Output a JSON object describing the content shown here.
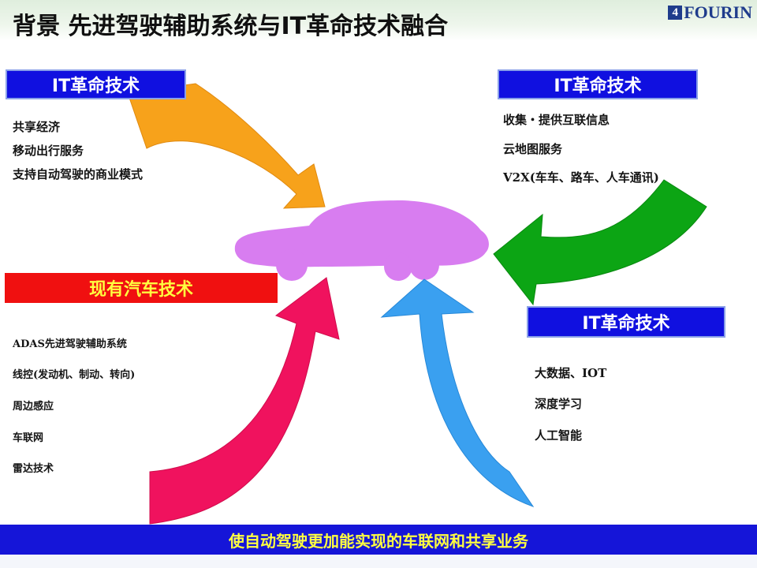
{
  "title": "背景  先进驾驶辅助系统与IT革命技术融合",
  "logo": {
    "mark": "4",
    "text": "FOURIN"
  },
  "top_left": {
    "header": "IT革命技术",
    "items": [
      "共享经济",
      "移动出行服务",
      "支持自动驾驶的商业模式"
    ]
  },
  "top_right": {
    "header": "IT革命技术",
    "items": [
      "收集・提供互联信息",
      "云地图服务",
      "V2X(车车、路车、人车通讯)"
    ]
  },
  "bottom_left": {
    "header": "现有汽车技术",
    "items": [
      "ADAS先进驾驶辅助系统",
      "线控(发动机、制动、转向)",
      "周边感应",
      "车联网",
      "雷达技术"
    ]
  },
  "bottom_right": {
    "header": "IT革命技术",
    "items": [
      "大数据、IOT",
      "深度学习",
      "人工智能"
    ]
  },
  "footer": "使自动驾驶更加能实现的车联网和共享业务",
  "colors": {
    "arrow_top_left": "#f7a21b",
    "arrow_top_right": "#0ca514",
    "arrow_bottom_left": "#f0125e",
    "arrow_bottom_right": "#3aa0f0",
    "car": "#d87df0",
    "header_blue": "#1010e0",
    "header_red": "#f01010"
  }
}
